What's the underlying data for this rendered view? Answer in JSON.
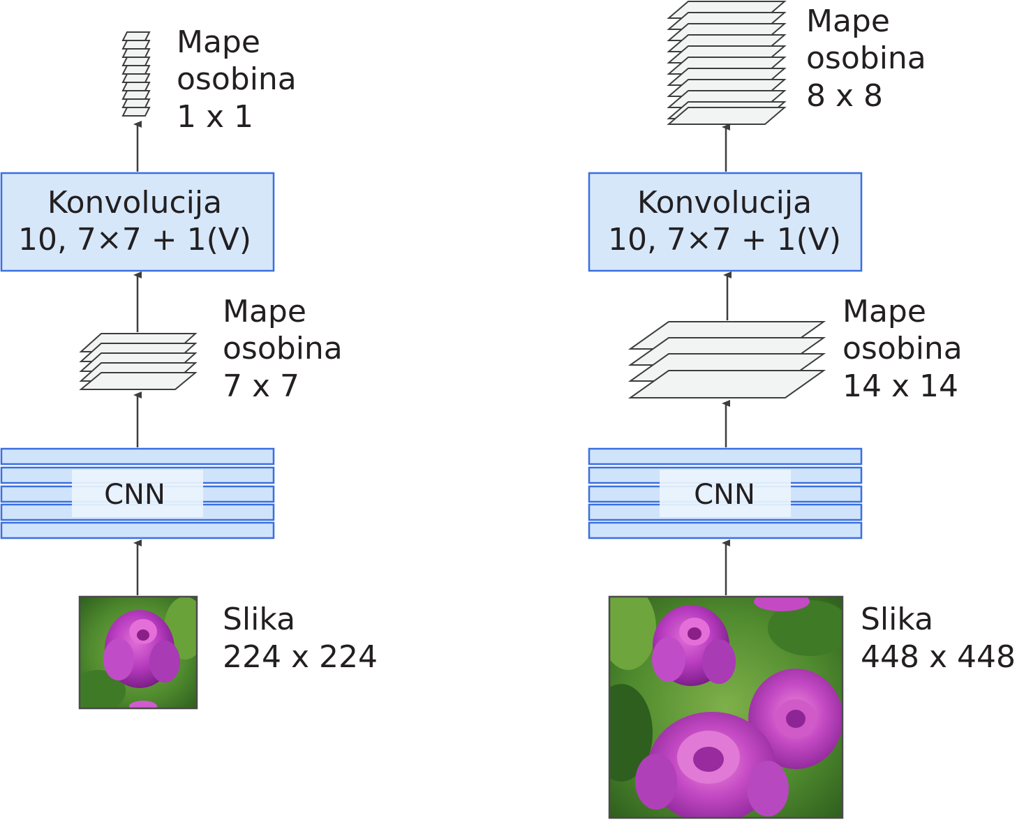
{
  "columns": [
    {
      "id": "left",
      "output_maps": {
        "line1": "Mape",
        "line2": "osobina",
        "line3": "1 x 1"
      },
      "conv": {
        "line1": "Konvolucija",
        "line2": "10, 7×7 + 1(V)"
      },
      "mid_maps": {
        "line1": "Mape",
        "line2": "osobina",
        "line3": "7 x 7"
      },
      "cnn": {
        "label": "CNN"
      },
      "image": {
        "line1": "Slika",
        "line2": "224 x 224",
        "depicts": "pink rose photo"
      }
    },
    {
      "id": "right",
      "output_maps": {
        "line1": "Mape",
        "line2": "osobina",
        "line3": "8 x 8"
      },
      "conv": {
        "line1": "Konvolucija",
        "line2": "10, 7×7 + 1(V)"
      },
      "mid_maps": {
        "line1": "Mape",
        "line2": "osobina",
        "line3": "14 x 14"
      },
      "cnn": {
        "label": "CNN"
      },
      "image": {
        "line1": "Slika",
        "line2": "448 x 448",
        "depicts": "pink roses photo"
      }
    }
  ],
  "colors": {
    "box_fill": "#d6e7fa",
    "box_stroke": "#3a6fe0",
    "cnn_fill": "#cfe4fb",
    "cnn_label_bg": "#eaf4fd",
    "map_fill": "#f2f3f3",
    "map_stroke": "#3d3d3d",
    "arrow": "#3d3d3d",
    "text": "#231f20",
    "image_frame": "#4a4a4a"
  }
}
